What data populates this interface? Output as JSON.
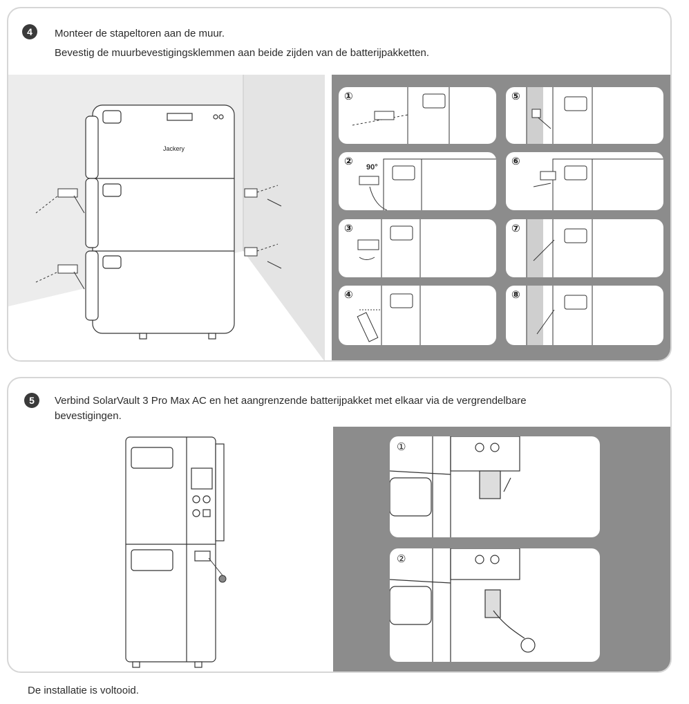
{
  "step4": {
    "number": "4",
    "line1": "Monteer de stapeltoren aan de muur.",
    "line2": "Bevestig de muurbevestigingsklemmen aan beide zijden van de batterijpakketten.",
    "brand": "Jackery",
    "substeps": [
      "①",
      "②",
      "③",
      "④",
      "⑤",
      "⑥",
      "⑦",
      "⑧"
    ],
    "angle_label": "90°"
  },
  "step5": {
    "number": "5",
    "line1": "Verbind SolarVault 3 Pro Max AC en het aangrenzende batterijpakket met elkaar via de vergrendelbare",
    "line2": "bevestigingen.",
    "substeps": [
      "①",
      "②"
    ]
  },
  "footer": {
    "text": "De installatie is voltooid."
  },
  "colors": {
    "gray_panel": "#8c8c8c",
    "border": "#d6d6d6",
    "wall": "#ececec",
    "badge": "#3a3a3a"
  }
}
